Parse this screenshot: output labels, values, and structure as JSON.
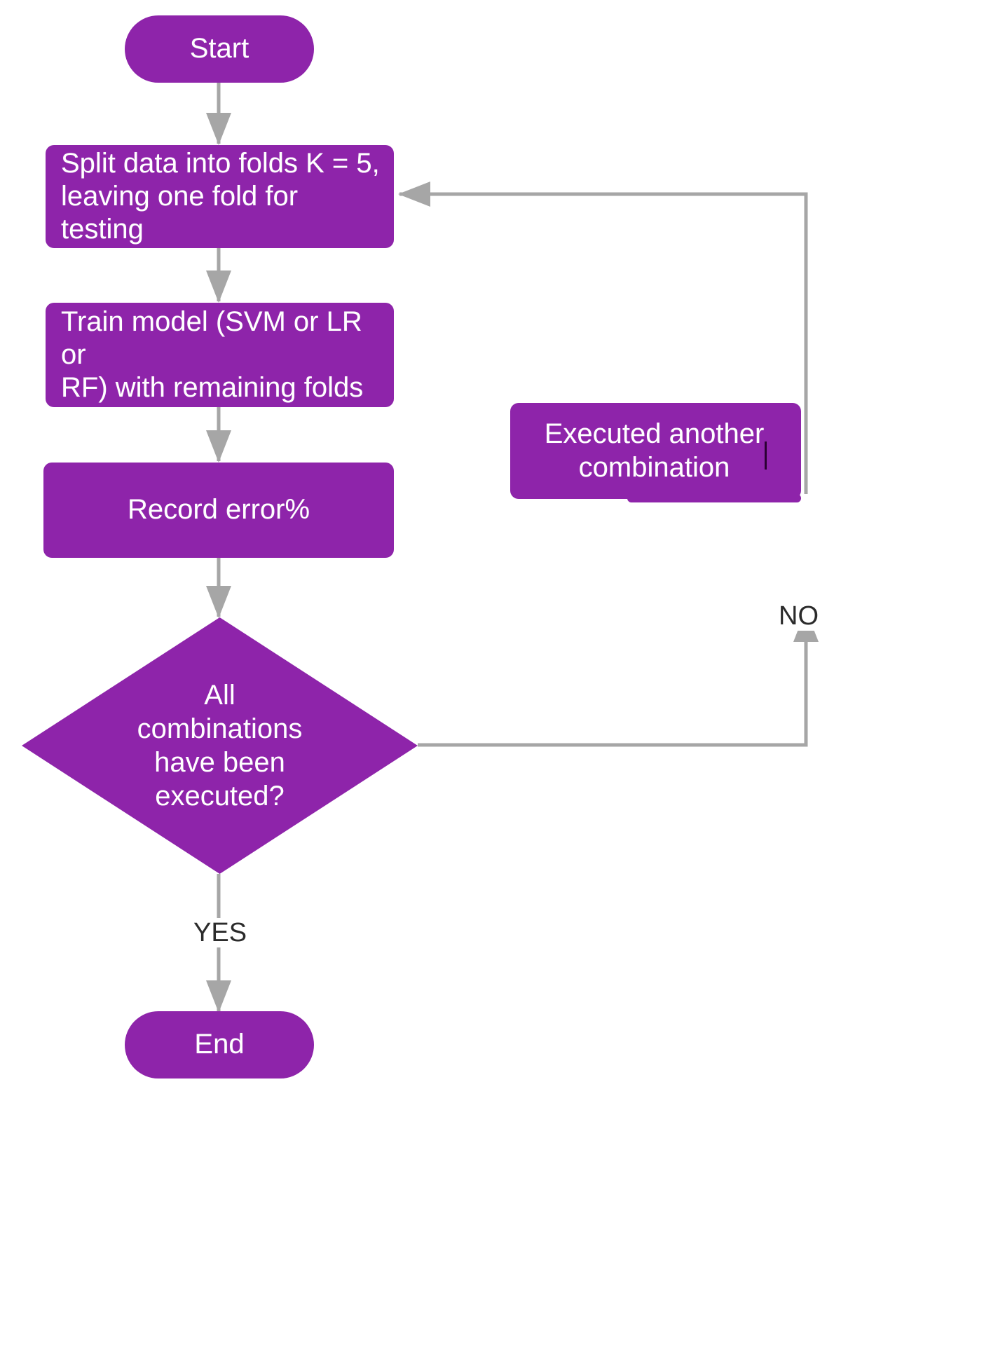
{
  "diagram": {
    "title": "K-fold cross validation model selection flowchart",
    "type": "flowchart",
    "colors": {
      "node_fill": "#8e24aa",
      "node_text": "#ffffff",
      "connector": "#a6a6a6",
      "label_text": "#2b2b2b",
      "background": "#ffffff"
    },
    "nodes": [
      {
        "id": "start",
        "shape": "terminator",
        "label": "Start"
      },
      {
        "id": "split",
        "shape": "process",
        "label": "Split data into folds K = 5,\nleaving one fold for testing"
      },
      {
        "id": "train",
        "shape": "process",
        "label": "Train model (SVM or LR or\nRF) with remaining folds"
      },
      {
        "id": "record",
        "shape": "process",
        "label": "Record error%"
      },
      {
        "id": "decision",
        "shape": "decision",
        "label": "All\ncombinations\nhave been\nexecuted?"
      },
      {
        "id": "another",
        "shape": "process",
        "label": "Executed another\ncombination",
        "has_text_caret": true
      },
      {
        "id": "end",
        "shape": "terminator",
        "label": "End"
      }
    ],
    "edge_labels": {
      "no": "NO",
      "yes": "YES"
    },
    "edges": [
      {
        "from": "start",
        "to": "split",
        "label": ""
      },
      {
        "from": "split",
        "to": "train",
        "label": ""
      },
      {
        "from": "train",
        "to": "record",
        "label": ""
      },
      {
        "from": "record",
        "to": "decision",
        "label": ""
      },
      {
        "from": "decision",
        "to": "another",
        "label": "NO"
      },
      {
        "from": "another",
        "to": "split",
        "label": ""
      },
      {
        "from": "decision",
        "to": "end",
        "label": "YES"
      }
    ]
  }
}
